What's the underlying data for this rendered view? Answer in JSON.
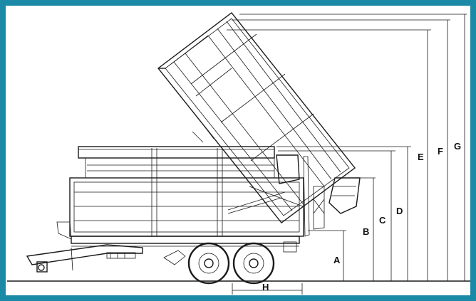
{
  "border_color": "#1a8aa6",
  "line_color": "#1a1a1a",
  "dimension_labels": {
    "a": "A",
    "b": "B",
    "c": "C",
    "d": "D",
    "e": "E",
    "f": "F",
    "g": "G",
    "h": "H"
  }
}
